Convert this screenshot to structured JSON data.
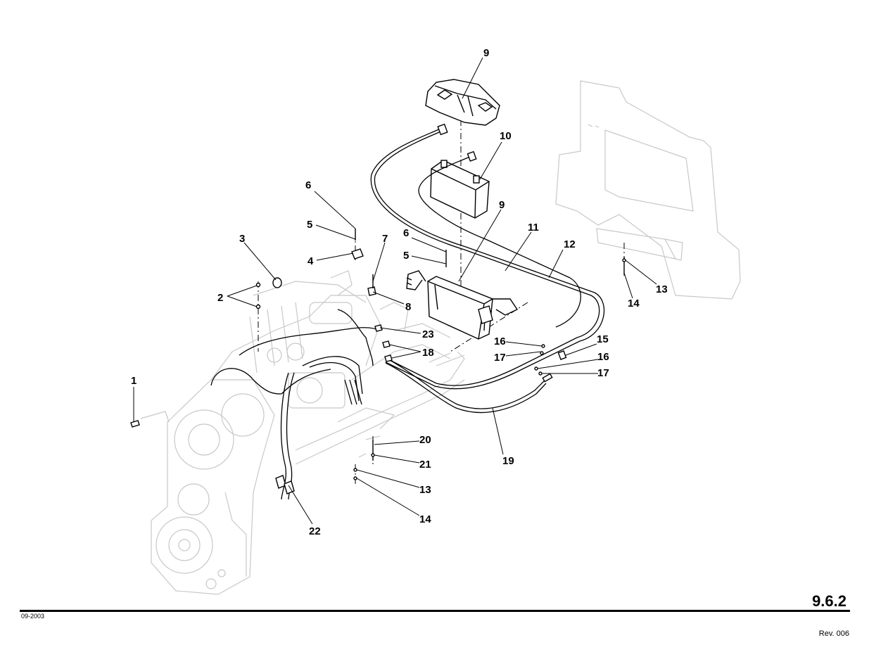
{
  "callouts": {
    "c1": "1",
    "c2": "2",
    "c3": "3",
    "c4": "4",
    "c5a": "5",
    "c5b": "5",
    "c6a": "6",
    "c6b": "6",
    "c7": "7",
    "c8": "8",
    "c9a": "9",
    "c9b": "9",
    "c10": "10",
    "c11": "11",
    "c12": "12",
    "c13a": "13",
    "c13b": "13",
    "c14a": "14",
    "c14b": "14",
    "c15": "15",
    "c16a": "16",
    "c16b": "16",
    "c17a": "17",
    "c17b": "17",
    "c18": "18",
    "c19": "19",
    "c20": "20",
    "c21": "21",
    "c22": "22",
    "c23": "23"
  },
  "footer": {
    "page_number": "9.6.2",
    "date": "09-2003",
    "revision": "Rev. 006"
  }
}
